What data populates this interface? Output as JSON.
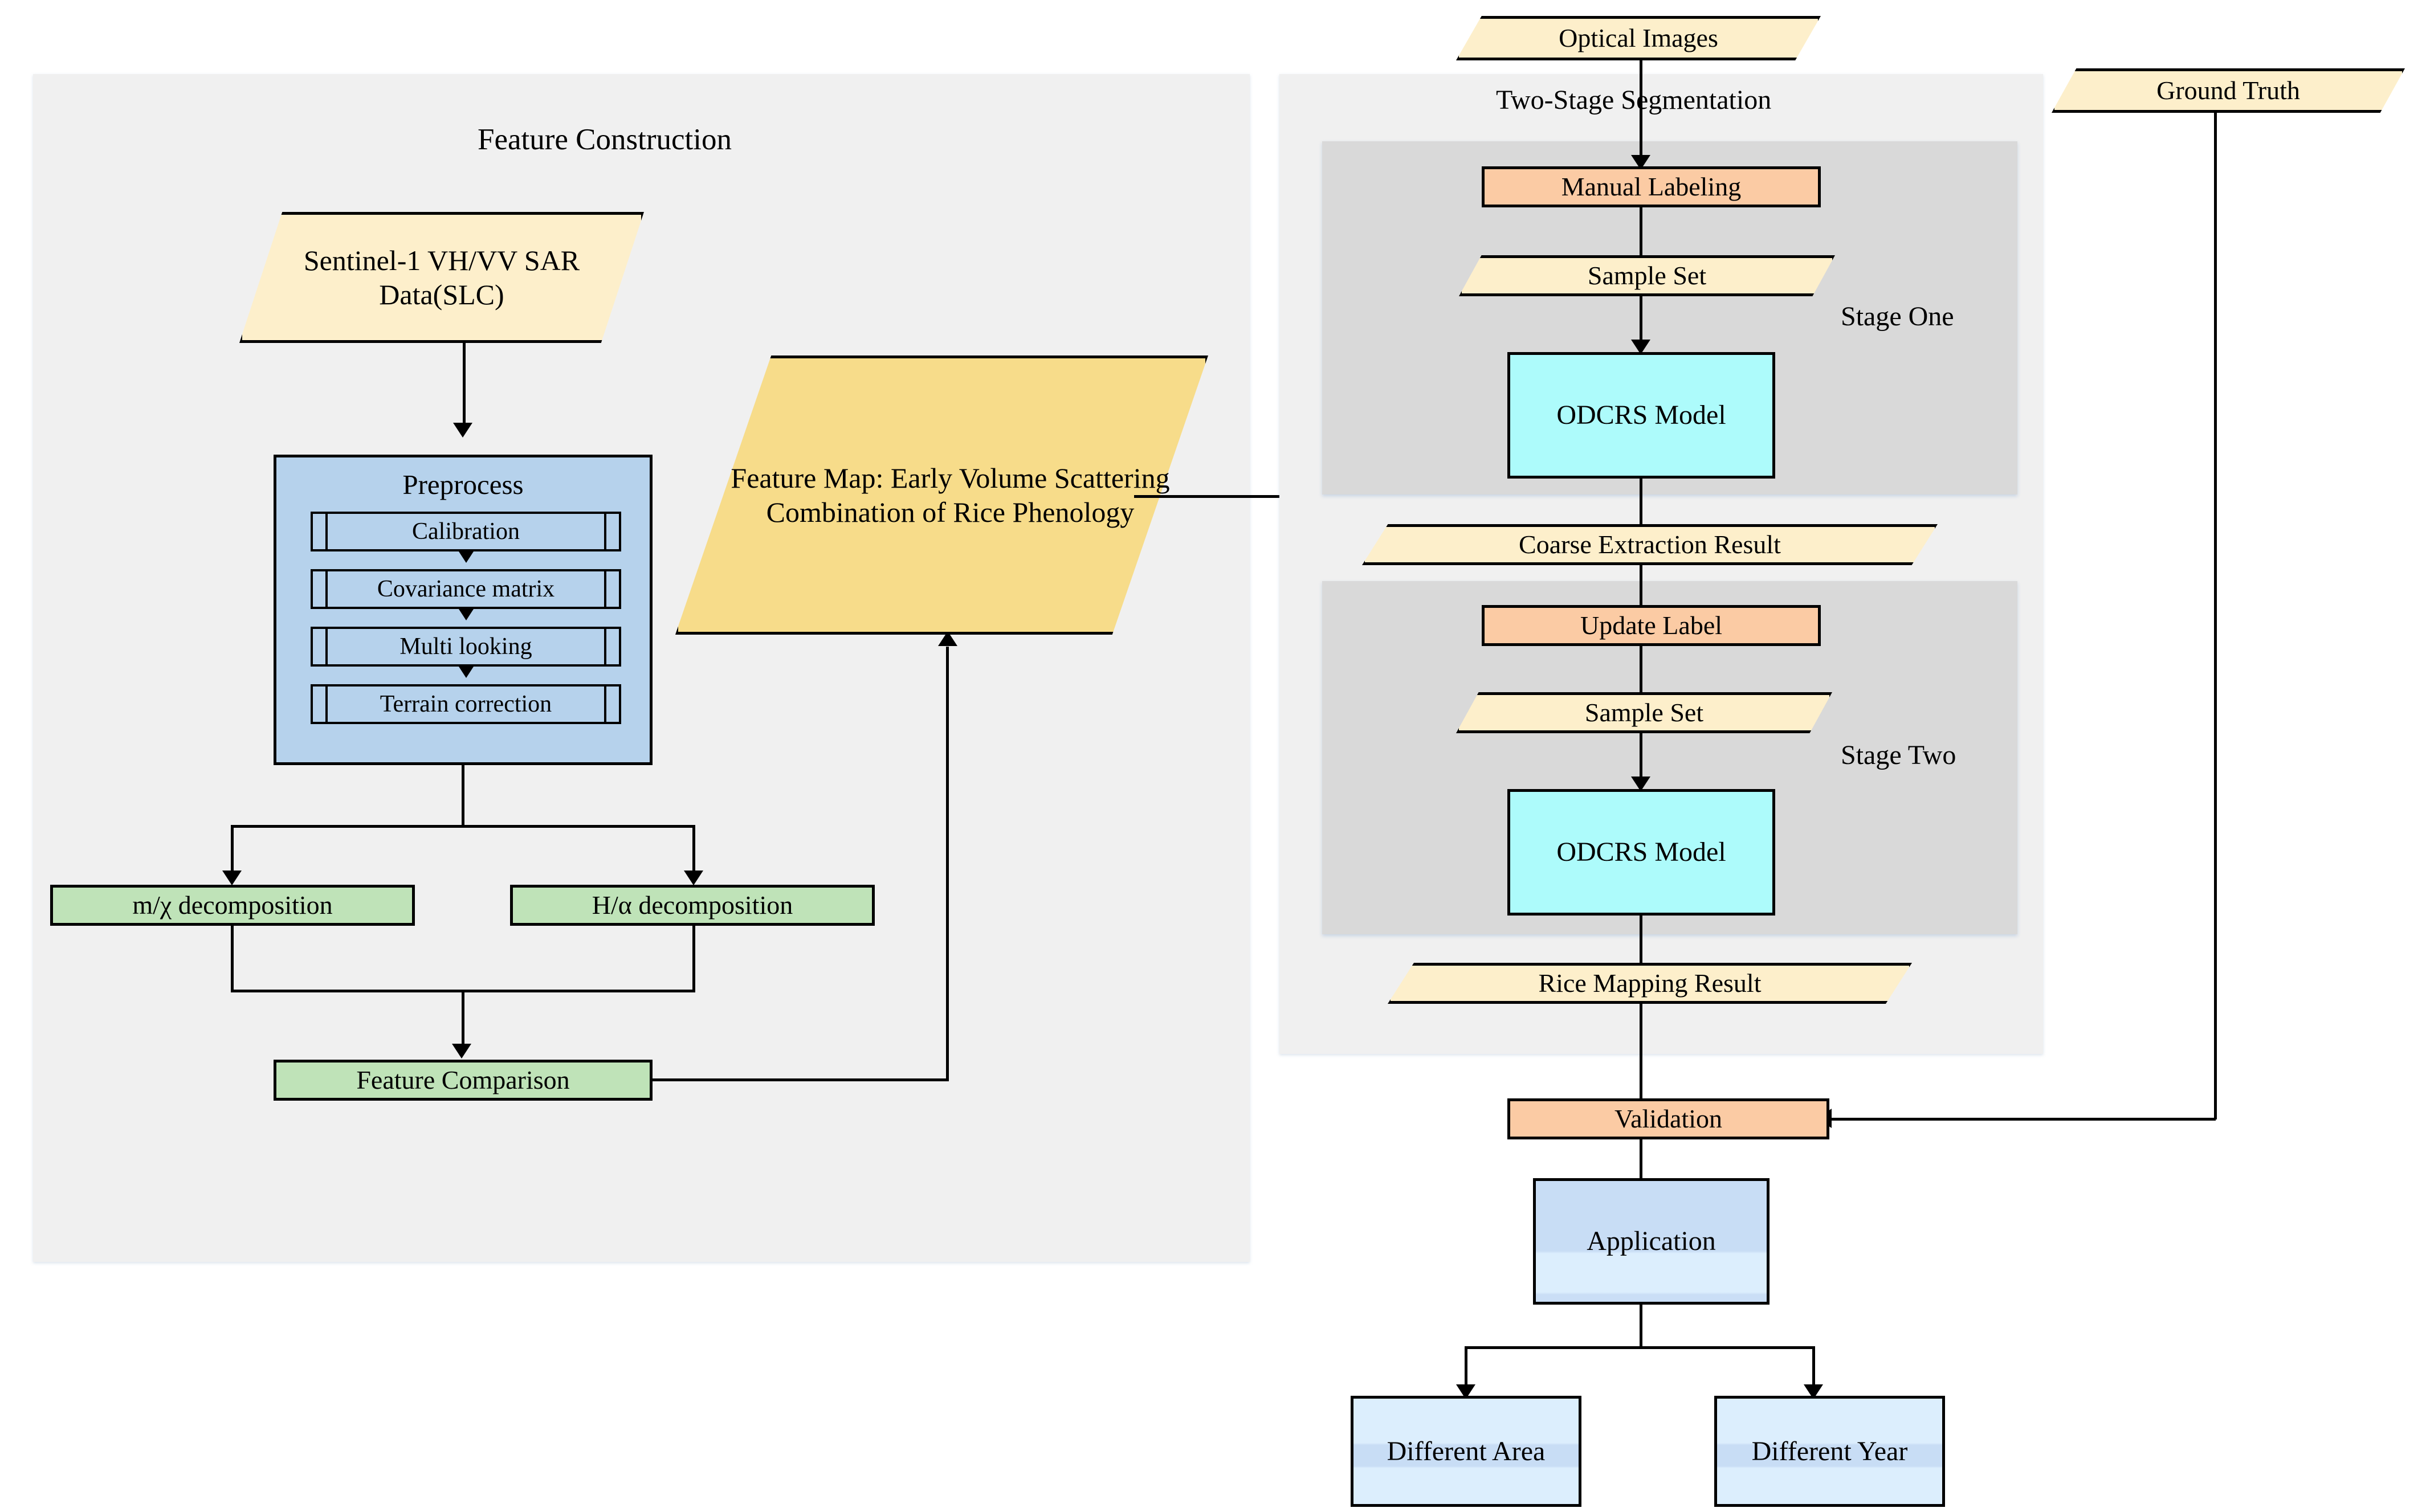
{
  "diagram": {
    "type": "flowchart",
    "title": "Rice mapping workflow"
  },
  "left_panel": {
    "title": "Feature Construction",
    "nodes": {
      "sar_data": "Sentinel-1\nVH/VV SAR\nData(SLC)",
      "sar_data_lines": [
        "Sentinel-1",
        "VH/VV SAR",
        "Data(SLC)"
      ],
      "preprocess_title": "Preprocess",
      "preprocess_steps": [
        "Calibration",
        "Covariance matrix",
        "Multi looking",
        "Terrain correction"
      ],
      "decomposition_left": "m/χ decomposition",
      "decomposition_right": "H/α  decomposition",
      "feature_comparison": "Feature Comparison",
      "feature_map_lines": [
        "Feature  Map:",
        "Early Volume",
        "Scattering",
        "Combination of",
        "Rice Phenology"
      ]
    }
  },
  "right_panel": {
    "title": "Two-Stage Segmentation",
    "inputs": {
      "optical_images": "Optical Images",
      "ground_truth": "Ground Truth"
    },
    "stage_one": {
      "label": "Stage One",
      "manual_labeling": "Manual Labeling",
      "sample_set": "Sample Set",
      "model": "ODCRS Model"
    },
    "coarse_result": "Coarse Extraction Result",
    "stage_two": {
      "label": "Stage Two",
      "update_label": "Update Label",
      "sample_set": "Sample  Set",
      "model": "ODCRS Model"
    },
    "rice_mapping_result": "Rice Mapping  Result"
  },
  "bottom": {
    "validation": "Validation",
    "application": "Application",
    "outputs": [
      "Different Area",
      "Different Year"
    ]
  },
  "colors": {
    "panel_bg": "#F0F0F0",
    "stage_bg": "#D9D9D9",
    "data_cream": "#FDEFCB",
    "feature_map_yellow": "#F7DC8A",
    "process_blue": "#B6D2EC",
    "decomposition_green": "#BFE3B8",
    "label_orange": "#FBCBA4",
    "model_cyan": "#ADFBFB",
    "application_blue": "#C8DDF5",
    "stroke": "#000000"
  }
}
